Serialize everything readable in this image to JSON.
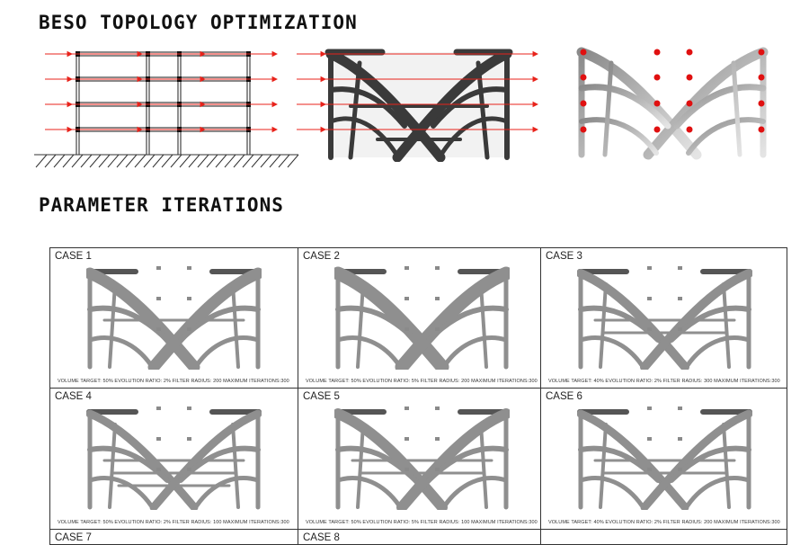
{
  "headings": {
    "beso": "BESO TOPOLOGY OPTIMIZATION",
    "params": "PARAMETER ITERATIONS"
  },
  "colors": {
    "load_arrow": "#e8231b",
    "support_dot": "#e01010",
    "dense_material": "#3a3a3a",
    "light_material": "#bdbdbd",
    "grid_line": "#333333"
  },
  "cases": [
    {
      "label": "CASE 1",
      "params": "VOLUME TARGET:  50% EVOLUTION RATIO: 2% FILTER RADIUS: 200 MAXIMUM ITERATIONS:300"
    },
    {
      "label": "CASE 2",
      "params": "VOLUME TARGET:  50% EVOLUTION RATIO: 5% FILTER RADIUS: 200 MAXIMUM ITERATIONS:300"
    },
    {
      "label": "CASE 3",
      "params": "VOLUME TARGET:  40% EVOLUTION RATIO: 2% FILTER RADIUS: 300 MAXIMUM ITERATIONS:300"
    },
    {
      "label": "CASE 4",
      "params": "VOLUME TARGET:  50% EVOLUTION RATIO: 2% FILTER RADIUS: 100 MAXIMUM ITERATIONS:300"
    },
    {
      "label": "CASE 5",
      "params": "VOLUME TARGET:  50% EVOLUTION RATIO: 5% FILTER RADIUS: 100 MAXIMUM ITERATIONS:300"
    },
    {
      "label": "CASE 6",
      "params": "VOLUME TARGET:  40% EVOLUTION RATIO: 2% FILTER RADIUS: 200 MAXIMUM ITERATIONS:300"
    },
    {
      "label": "CASE 7",
      "params": ""
    },
    {
      "label": "CASE 8",
      "params": ""
    },
    {
      "label": "",
      "params": ""
    }
  ]
}
